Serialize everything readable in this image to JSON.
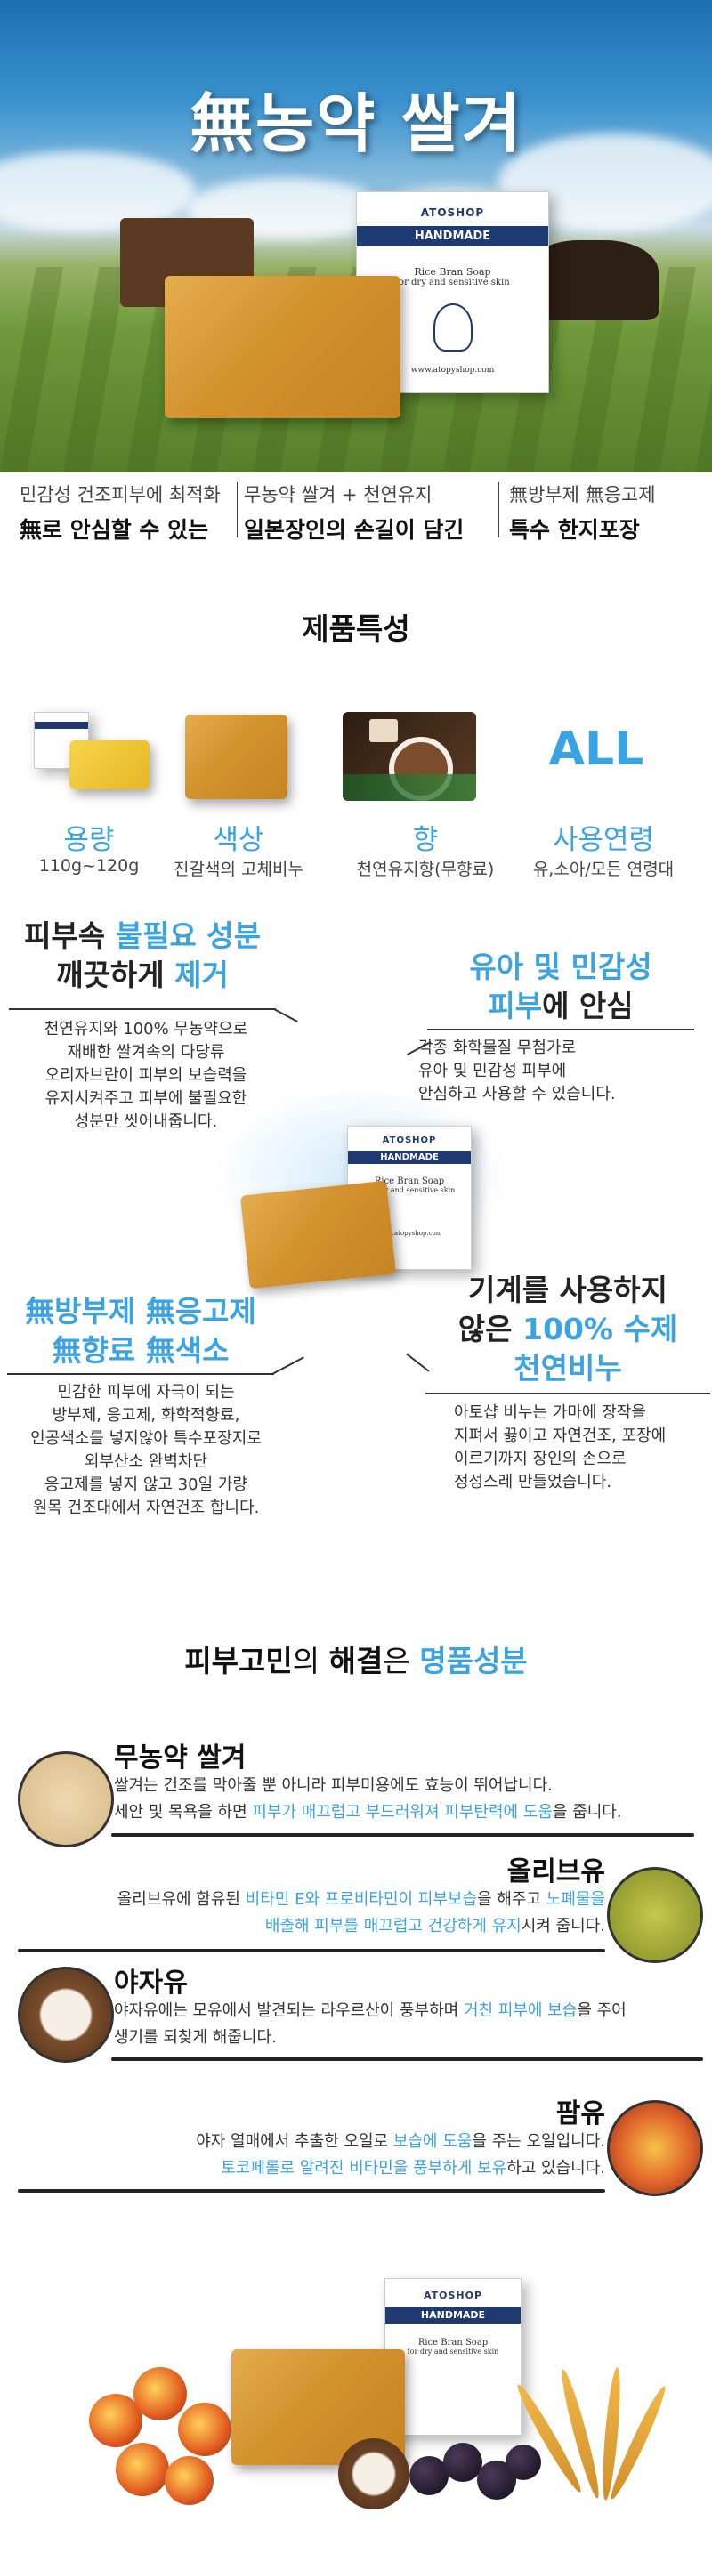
{
  "hero": {
    "title": "無농약 쌀겨",
    "box": {
      "brand": "ATOSHOP",
      "band": "HANDMADE",
      "name": "Rice Bran Soap",
      "desc": "for dry and sensitive skin",
      "url": "www.atopyshop.com"
    }
  },
  "taglines": [
    {
      "line1": "민감성 건조피부에 최적화",
      "line2": "無로 안심할 수 있는"
    },
    {
      "line1": "무농약 쌀겨 + 천연유지",
      "line2": "일본장인의 손길이 담긴"
    },
    {
      "line1": "無방부제 無응고제",
      "line2": "특수 한지포장"
    }
  ],
  "features": {
    "title": "제품특성",
    "all_text": "ALL",
    "items": [
      {
        "label": "용량",
        "desc": "110g~120g",
        "icon": "soap-package-icon"
      },
      {
        "label": "색상",
        "desc": "진갈색의 고체비누",
        "icon": "soap-bar-icon"
      },
      {
        "label": "향",
        "desc": "천연유지향(무향료)",
        "icon": "coconut-icon"
      },
      {
        "label": "사용연령",
        "desc": "유,소아/모든 연령대",
        "icon": "all-text-icon"
      }
    ]
  },
  "benefits": {
    "b1": {
      "h1a": "피부속 ",
      "h1b": "불필요 성분",
      "h2a": "깨끗하게 ",
      "h2b": "제거",
      "text": [
        "천연유지와 100% 무농약으로",
        "재배한 쌀겨속의 다당류",
        "오리자브란이 피부의 보습력을",
        "유지시켜주고 피부에 불필요한",
        "성분만 씻어내줍니다."
      ]
    },
    "b2": {
      "h1": "유아 및 민감성",
      "h2a": "피부",
      "h2b": "에 안심",
      "text": [
        "각종 화학물질 무첨가로",
        "유아 및 민감성 피부에",
        "안심하고 사용할 수 있습니다."
      ]
    },
    "b3": {
      "h1": "無방부제 無응고제",
      "h2": "無향료 無색소",
      "text": [
        "민감한 피부에 자극이 되는",
        "방부제, 응고제, 화학적향료,",
        "인공색소를 넣지않아 특수포장지로",
        "외부산소 완벽차단",
        "응고제를 넣지 않고 30일 가량",
        "원목 건조대에서 자연건조 합니다."
      ]
    },
    "b4": {
      "h1": "기계를 사용하지",
      "h2a": "않은 ",
      "h2b": "100% 수제",
      "h3": "천연비누",
      "text": [
        "아토샵 비누는 가마에 장작을",
        "지펴서 끓이고 자연건조, 포장에",
        "이르기까지 장인의 손으로",
        "정성스레 만들었습니다."
      ]
    }
  },
  "ingredients": {
    "title_a": "피부고민",
    "title_b": "의 ",
    "title_c": "해결",
    "title_d": "은 ",
    "title_e": "명품성분",
    "items": [
      {
        "name": "무농약 쌀겨",
        "l1": "쌀겨는 건조를 막아줄 뿐 아니라 피부미용에도 효능이 뛰어납니다.",
        "l2a": "세안 및 목욕을 하면 ",
        "l2b": "피부가 매끄럽고 부드러워져 피부탄력에 도움",
        "l2c": "을 줍니다."
      },
      {
        "name": "올리브유",
        "l1a": "올리브유에 함유된 ",
        "l1b": "비타민 E와 프로비타민이 피부보습",
        "l1c": "을 해주고 ",
        "l1d": "노폐물을",
        "l2a": "배출해 피부를 매끄럽고 건강하게 유지",
        "l2b": "시켜 줍니다."
      },
      {
        "name": "야자유",
        "l1a": "야자유에는 모유에서 발견되는 라우르산이 풍부하며 ",
        "l1b": "거친 피부에 보습",
        "l1c": "을 주어",
        "l2": "생기를 되찾게 해줍니다."
      },
      {
        "name": "팜유",
        "l1a": "야자 열매에서 추출한 오일로 ",
        "l1b": "보습에 도움",
        "l1c": "을 주는 오일입니다.",
        "l2a": "토코페롤로 알려진 비타민을 풍부하게 보유",
        "l2b": "하고 있습니다."
      }
    ]
  },
  "colors": {
    "accent": "#3aa3e3",
    "box_band": "#1f3a72",
    "soap": "#d2922e"
  }
}
